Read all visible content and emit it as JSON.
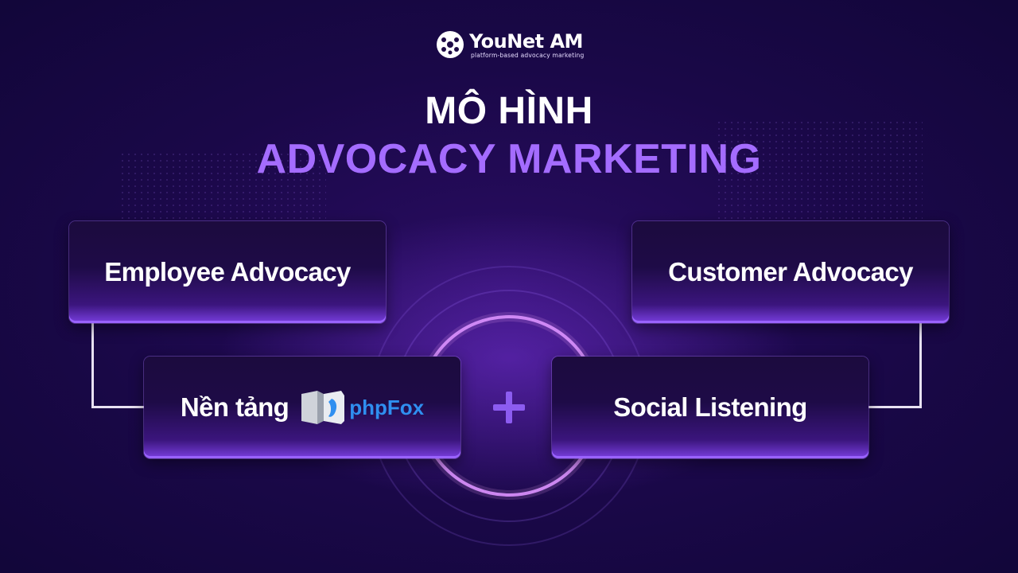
{
  "logo": {
    "name": "YouNet AM",
    "tagline": "platform-based advocacy marketing"
  },
  "title": {
    "line1": "MÔ HÌNH",
    "line2": "ADVOCACY MARKETING"
  },
  "cards": {
    "employee_advocacy": "Employee Advocacy",
    "customer_advocacy": "Customer Advocacy",
    "platform": "Nền tảng",
    "platform_brand": "phpFox",
    "social_listening": "Social Listening"
  },
  "colors": {
    "background": "#1a0848",
    "accent": "#a46cff",
    "card_glow": "#7a3fe0",
    "ring": "#d58cff",
    "plus": "#8c5cf0",
    "phpfox_blue": "#2f8ff0"
  },
  "icons": {
    "logo": "network-node-icon",
    "plus": "plus-icon",
    "phpfox": "phpfox-logo-icon"
  }
}
